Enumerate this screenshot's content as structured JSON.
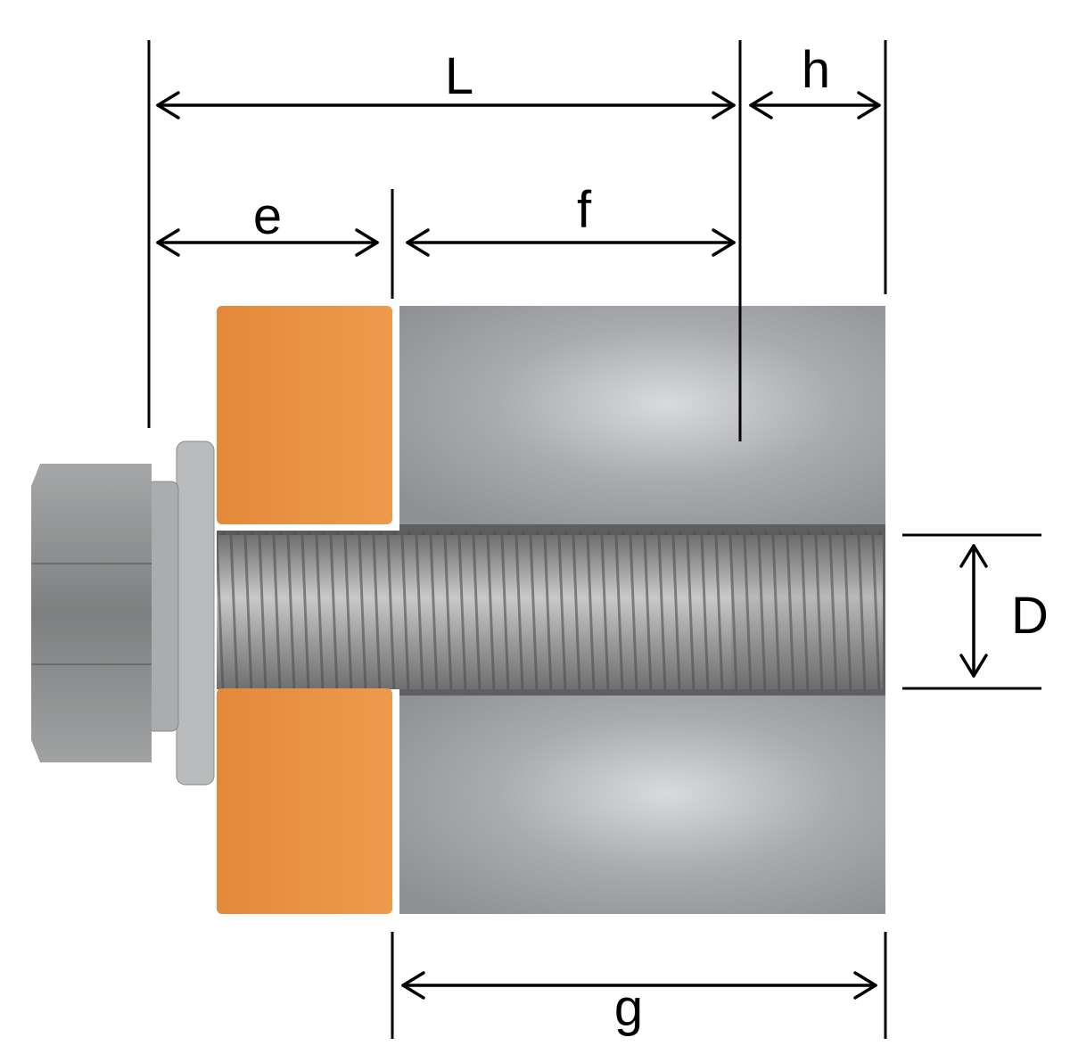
{
  "labels": {
    "L": "L",
    "h": "h",
    "e": "e",
    "f": "f",
    "D": "D",
    "g": "g"
  },
  "colors": {
    "spacer": "#e8913f",
    "steel": "#b4b6b8",
    "line": "#000000"
  }
}
